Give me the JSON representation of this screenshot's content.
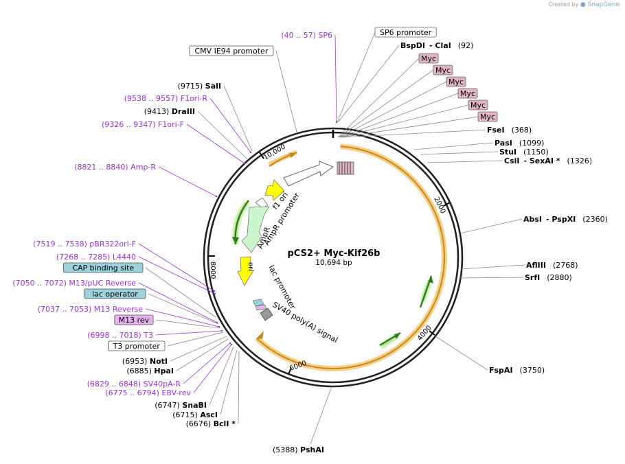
{
  "credit": {
    "prefix": "Created by",
    "brand": "SnapGene"
  },
  "plasmid": {
    "name": "pCS2+ Myc-Kif26b",
    "size": "10,694 bp"
  },
  "colors": {
    "primer": "#9b30d9",
    "site": "#000000",
    "orf_fill": "#f7cf86",
    "orf_stroke": "#c48a1e",
    "arrow_green": "#2f7d1a",
    "yellow_feature": "#ffff00",
    "cap_box": "#9dd1dc",
    "m13_box": "#e6b2ee",
    "myc_box": "#e0b4c0"
  },
  "ticks": [
    "2000",
    "4000",
    "6000",
    "8000",
    "10,000"
  ],
  "right_labels": [
    {
      "kind": "box",
      "text": "SP6 promoter"
    },
    {
      "kind": "site",
      "name": "BspDI",
      "extra": "- ClaI",
      "pos": "(92)"
    },
    {
      "kind": "myc",
      "text": "Myc"
    },
    {
      "kind": "myc",
      "text": "Myc"
    },
    {
      "kind": "myc",
      "text": "Myc"
    },
    {
      "kind": "myc",
      "text": "Myc"
    },
    {
      "kind": "myc",
      "text": "Myc"
    },
    {
      "kind": "myc",
      "text": "Myc"
    },
    {
      "kind": "site",
      "name": "FseI",
      "extra": "",
      "pos": "(368)"
    },
    {
      "kind": "site",
      "name": "PasI",
      "extra": "",
      "pos": "(1099)"
    },
    {
      "kind": "site",
      "name": "StuI",
      "extra": "",
      "pos": "(1150)"
    },
    {
      "kind": "site",
      "name": "CsiI",
      "extra": "- SexAI *",
      "pos": "(1326)"
    },
    {
      "kind": "site",
      "name": "AbsI",
      "extra": "- PspXI",
      "pos": "(2360)"
    },
    {
      "kind": "site",
      "name": "AflIII",
      "extra": "",
      "pos": "(2768)"
    },
    {
      "kind": "site",
      "name": "SrfI",
      "extra": "",
      "pos": "(2880)"
    },
    {
      "kind": "site",
      "name": "FspAI",
      "extra": "",
      "pos": "(3750)"
    },
    {
      "kind": "site",
      "name": "PshAI",
      "extra": "",
      "pos": "(5388)",
      "pos_first": true
    }
  ],
  "left_labels": [
    {
      "kind": "primer",
      "text": "(40 .. 57)  SP6"
    },
    {
      "kind": "box",
      "text": "CMV IE94 promoter"
    },
    {
      "kind": "site",
      "pos": "(9715)",
      "name": "SalI"
    },
    {
      "kind": "primer",
      "text": "(9538 .. 9557)  F1ori-R"
    },
    {
      "kind": "site",
      "pos": "(9413)",
      "name": "DraIII"
    },
    {
      "kind": "primer",
      "text": "(9326 .. 9347)  F1ori-F"
    },
    {
      "kind": "primer",
      "text": "(8821 .. 8840)  Amp-R"
    },
    {
      "kind": "primer",
      "text": "(7519 .. 7538)  pBR322ori-F"
    },
    {
      "kind": "primer",
      "text": "(7268 .. 7285)  L4440"
    },
    {
      "kind": "cap",
      "text": "CAP binding site"
    },
    {
      "kind": "primer",
      "text": "(7050 .. 7072)  M13/pUC Reverse"
    },
    {
      "kind": "cap",
      "text": "lac operator"
    },
    {
      "kind": "primer",
      "text": "(7037 .. 7053)  M13 Reverse"
    },
    {
      "kind": "m13",
      "text": "M13 rev"
    },
    {
      "kind": "primer",
      "text": "(6998 .. 7018)  T3"
    },
    {
      "kind": "box",
      "text": "T3 promoter"
    },
    {
      "kind": "site",
      "pos": "(6953)",
      "name": "NotI"
    },
    {
      "kind": "site",
      "pos": "(6885)",
      "name": "HpaI"
    },
    {
      "kind": "primer",
      "text": "(6829 .. 6848)  SV40pA-R"
    },
    {
      "kind": "primer",
      "text": "(6775 .. 6794)  EBV-rev"
    },
    {
      "kind": "site",
      "pos": "(6747)",
      "name": "SnaBI"
    },
    {
      "kind": "site",
      "pos": "(6715)",
      "name": "AscI"
    },
    {
      "kind": "site",
      "pos": "(6676)",
      "name": "BclI *"
    }
  ],
  "inner_labels": {
    "f1_ori": "f1 ori",
    "ampr_promoter": "AmpR promoter",
    "ampr": "AmpR",
    "ori": "ori",
    "lac_promoter": "lac promoter",
    "sv40": "SV40 poly(A) signal"
  }
}
